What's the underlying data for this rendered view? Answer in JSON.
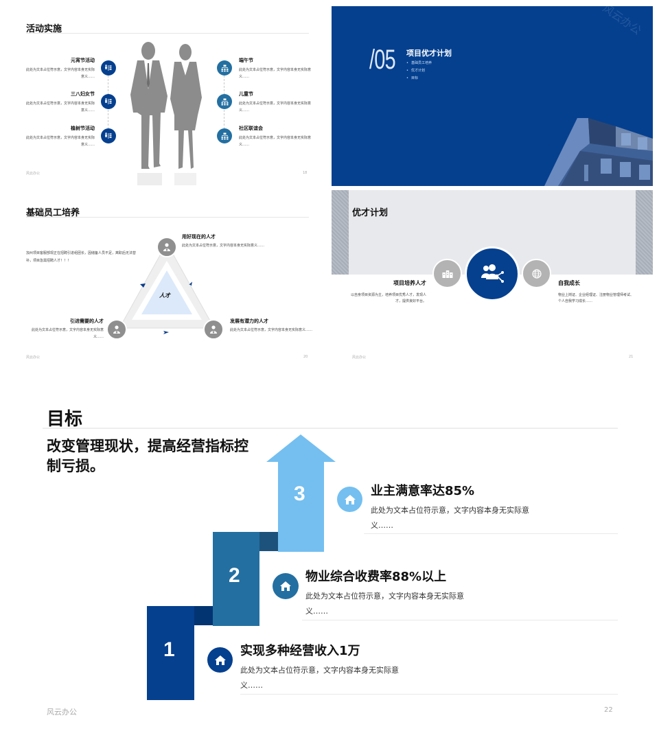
{
  "slides": {
    "activities": {
      "title": "活动实施",
      "left_items": [
        {
          "name": "元宵节活动",
          "desc": "此处为文本占位符示意，文字内容本身无实际意义……",
          "icon": "restroom-icon"
        },
        {
          "name": "三八妇女节",
          "desc": "此处为文本占位符示意，文字内容本身无实际意义……",
          "icon": "restroom-icon"
        },
        {
          "name": "植树节活动",
          "desc": "此处为文本占位符示意，文字内容本身无实际意义……",
          "icon": "restroom-icon"
        }
      ],
      "right_items": [
        {
          "name": "端午节",
          "desc": "此处为文本占位符示意，文字内容本身无实际意义……",
          "icon": "organization-icon"
        },
        {
          "name": "儿童节",
          "desc": "此处为文本占位符示意，文字内容本身无实际意义……",
          "icon": "organization-icon"
        },
        {
          "name": "社区联谊会",
          "desc": "此处为文本占位符示意，文字内容本身无实际意义……",
          "icon": "organization-icon"
        }
      ],
      "footer_brand": "风云办公",
      "page_number": "18"
    },
    "section": {
      "number": "/05",
      "title": "项目优才计划",
      "items": [
        "基础员工培养",
        "优才计划",
        "目标"
      ],
      "watermark": "风云办公"
    },
    "training": {
      "title": "基础员工培养",
      "intro": "加州项目客服部现正在招聘引进组团长，因储备人员不足，离职后无法替补，项目急需招聘人才！！！",
      "center_label": "人才",
      "nodes": [
        {
          "name": "用好现在的人才",
          "desc": "此处为文本占位符示意，文字内容本身无实际意义……"
        },
        {
          "name": "引进需要的人才",
          "desc": "此处为文本占位符示意，文字内容本身无实际意义……"
        },
        {
          "name": "发展有潜力的人才",
          "desc": "此处为文本占位符示意，文字内容本身无实际意义……"
        }
      ],
      "footer_brand": "风云办公",
      "page_number": "20"
    },
    "talent_plan": {
      "title": "优才计划",
      "left": {
        "name": "项目培养人才",
        "desc": "以自身项目资源为主，培养项目优秀人才，发现人才，提供良好平台。"
      },
      "right": {
        "name": "自我成长",
        "desc": "物业上岗证、企业经理证、注册物业管理师考试、个人自我学习成长……"
      },
      "footer_brand": "风云办公",
      "page_number": "21"
    },
    "goals": {
      "title": "目标",
      "subtitle": "改变管理现状，提高经营指标控制亏损。",
      "steps": [
        {
          "num": "1",
          "title": "实现多种经营收入1万",
          "desc": "此处为文本占位符示意，文字内容本身无实际意义……"
        },
        {
          "num": "2",
          "title": "物业综合收费率88%以上",
          "desc": "此处为文本占位符示意，文字内容本身无实际意义……"
        },
        {
          "num": "3",
          "title": "业主满意率达85%",
          "desc": "此处为文本占位符示意，文字内容本身无实际意义……"
        }
      ],
      "footer_brand": "风云办公",
      "page_number": "22"
    }
  },
  "colors": {
    "navy": "#05408f",
    "mid_blue": "#236fa1",
    "light_blue": "#74bff0",
    "gray_circle": "#8f8f8f",
    "light_gray_circle": "#b3b3b3",
    "pale_blue": "#dbe9fa"
  }
}
